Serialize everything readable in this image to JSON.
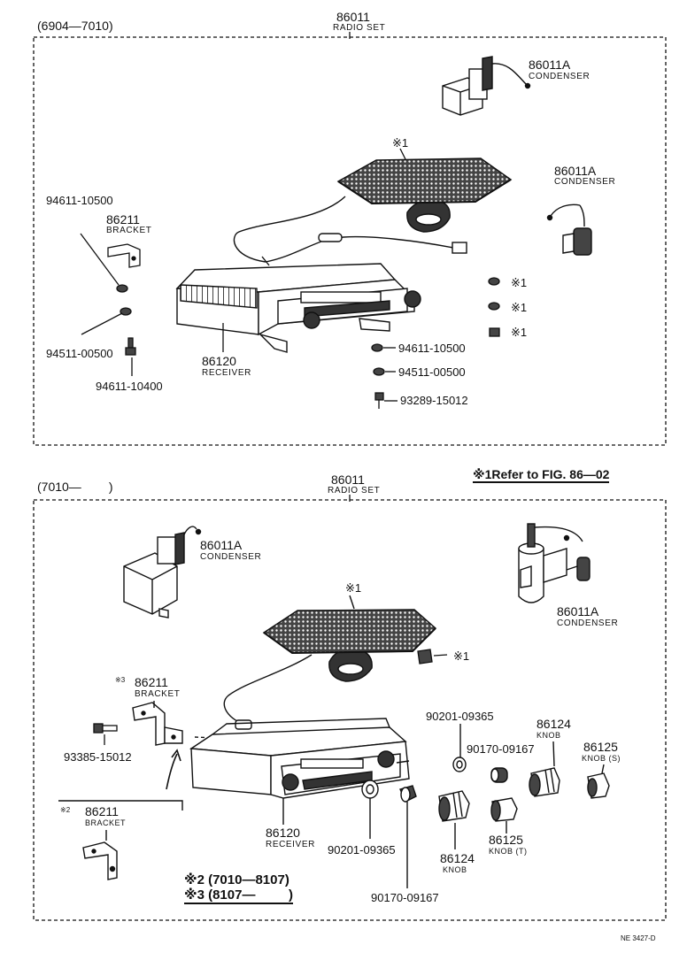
{
  "top_panel": {
    "period": "(6904—7010)",
    "set_number": "86011",
    "set_name": "RADIO SET",
    "condenser_a": {
      "number": "86011A",
      "name": "CONDENSER"
    },
    "condenser_b": {
      "number": "86011A",
      "name": "CONDENSER"
    },
    "speaker_mark": "※1",
    "bracket_screw": "94611-10500",
    "bracket": {
      "number": "86211",
      "name": "BRACKET"
    },
    "nut_left": "94511-00500",
    "bolt_left": "94611-10400",
    "receiver": {
      "number": "86120",
      "name": "RECEIVER"
    },
    "ref_marks": [
      "※1",
      "※1",
      "※1"
    ],
    "right_screw": "94611-10500",
    "right_nut": "94511-00500",
    "right_bolt": "93289-15012"
  },
  "reference_note": "※1Refer to FIG. 86—02",
  "bottom_panel": {
    "period": "(7010—        )",
    "set_number": "86011",
    "set_name": "RADIO SET",
    "condenser_left": {
      "number": "86011A",
      "name": "CONDENSER"
    },
    "condenser_right": {
      "number": "86011A",
      "name": "CONDENSER"
    },
    "speaker_mark": "※1",
    "grommet_mark": "※1",
    "bracket_3": {
      "mark": "※3",
      "number": "86211",
      "name": "BRACKET"
    },
    "screw": "93385-15012",
    "bracket_2": {
      "mark": "※2",
      "number": "86211",
      "name": "BRACKET"
    },
    "receiver": {
      "number": "86120",
      "name": "RECEIVER"
    },
    "washer_top": "90201-09365",
    "nut_top": "90170-09167",
    "knob_top": {
      "number": "86124",
      "name": "KNOB"
    },
    "knob_s": {
      "number": "86125",
      "name": "KNOB (S)"
    },
    "washer_bottom": "90201-09365",
    "knob_bottom": {
      "number": "86124",
      "name": "KNOB"
    },
    "knob_t": {
      "number": "86125",
      "name": "KNOB (T)"
    },
    "nut_bottom": "90170-09167",
    "legend_2": "※2 (7010—8107)",
    "legend_3": "※3 (8107—         )"
  },
  "figure_code": "NE 3427-D"
}
